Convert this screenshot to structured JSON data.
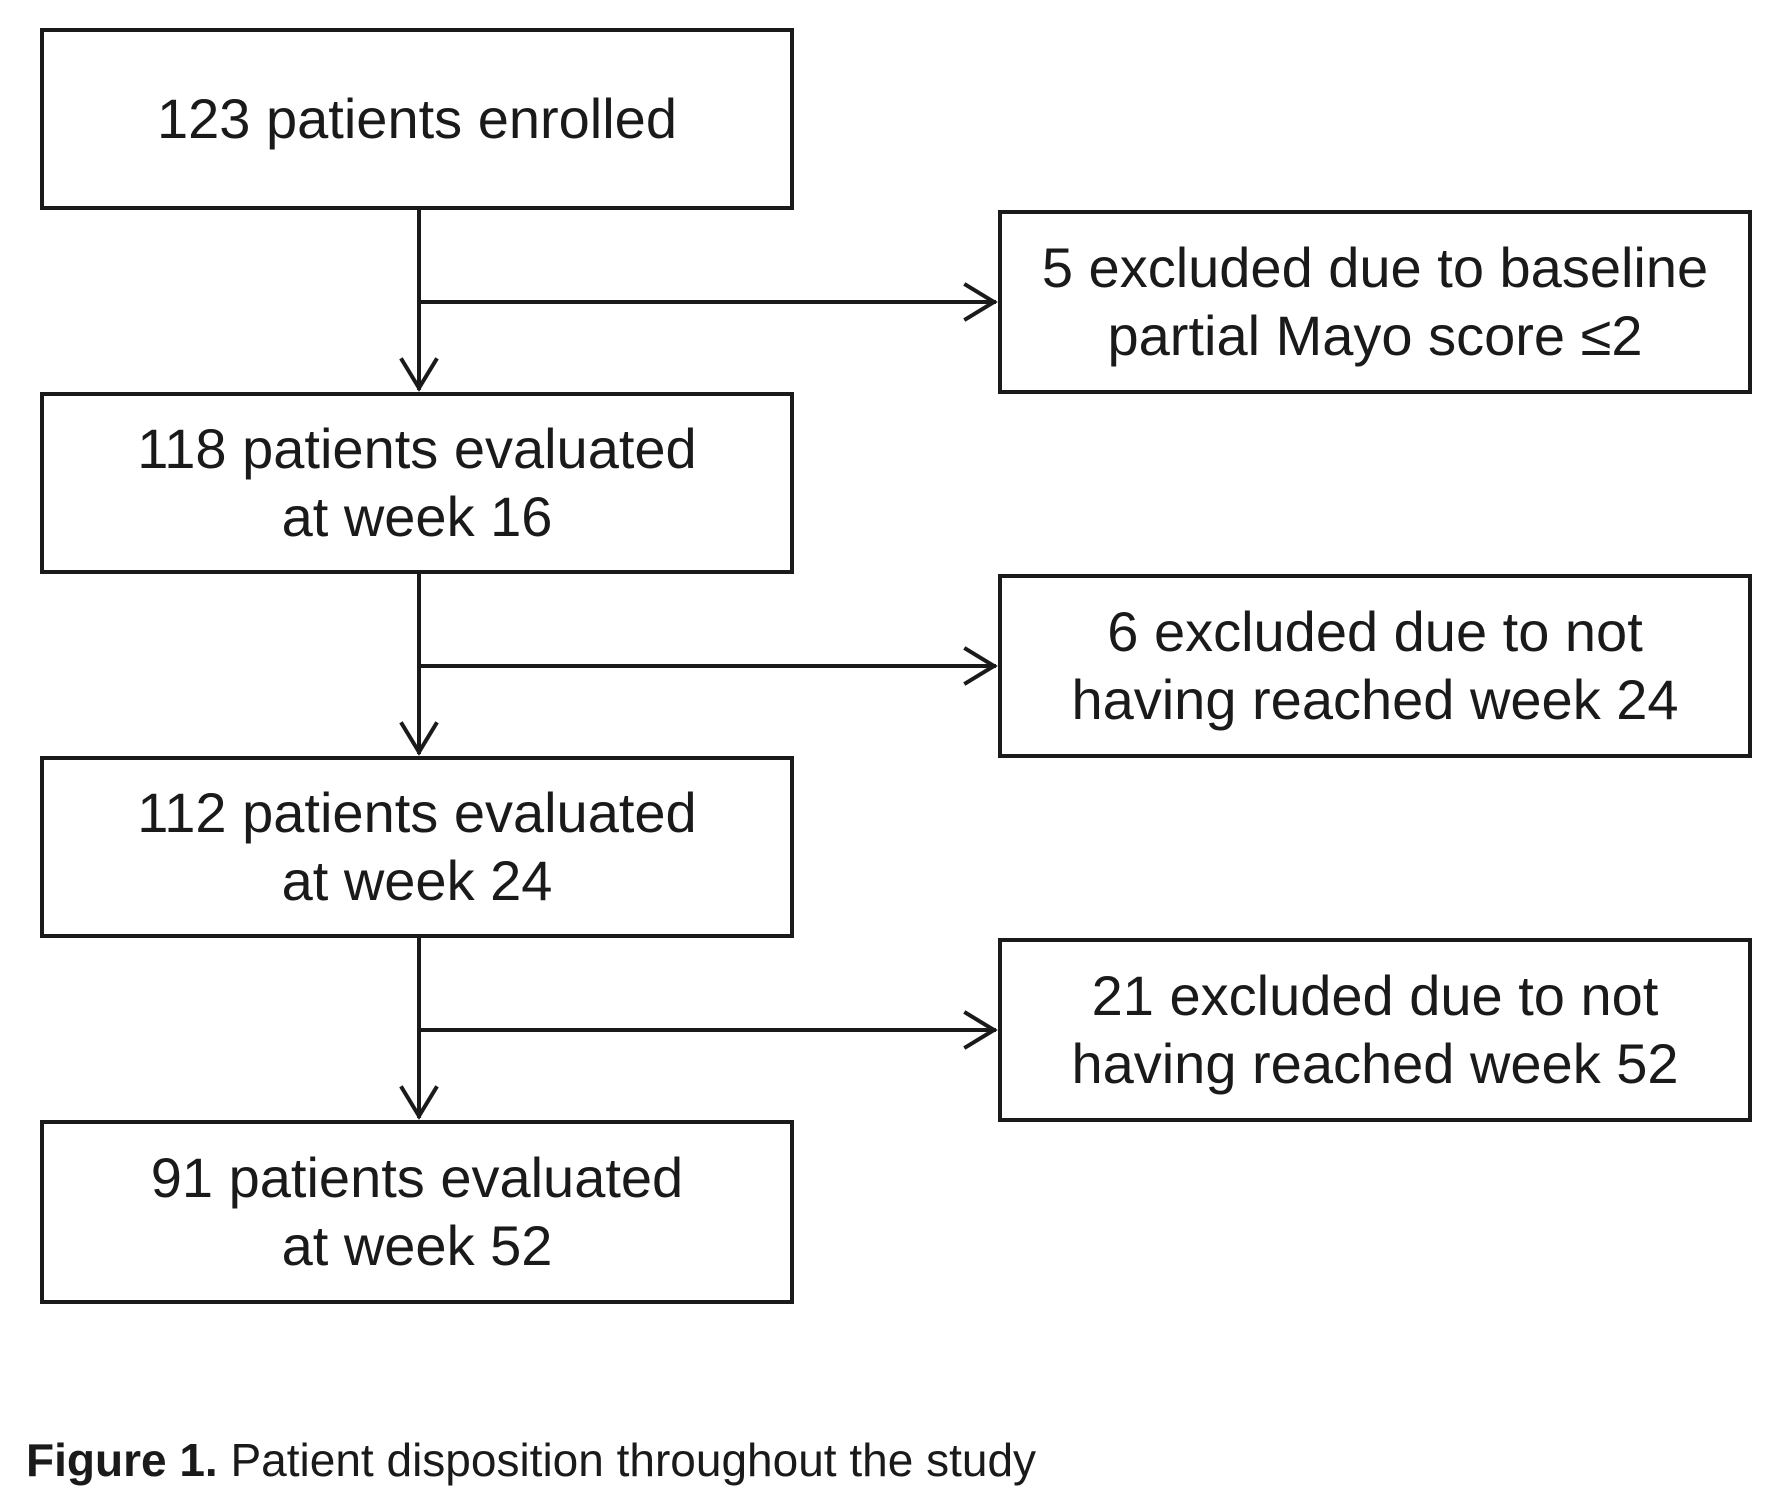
{
  "flow": {
    "main": [
      {
        "lines": [
          "123 patients enrolled"
        ]
      },
      {
        "lines": [
          "118 patients evaluated",
          "at week 16"
        ]
      },
      {
        "lines": [
          "112 patients evaluated",
          "at week 24"
        ]
      },
      {
        "lines": [
          "91 patients evaluated",
          "at week 52"
        ]
      }
    ],
    "excluded": [
      {
        "lines": [
          "5 excluded due to baseline",
          "partial Mayo score ≤2"
        ]
      },
      {
        "lines": [
          "6 excluded due to not",
          "having reached week 24"
        ]
      },
      {
        "lines": [
          "21 excluded due to not",
          "having reached week 52"
        ]
      }
    ]
  },
  "caption": {
    "label": "Figure 1.",
    "text": " Patient disposition throughout the study"
  },
  "colors": {
    "line": "#1a1a1a",
    "background": "#ffffff"
  }
}
